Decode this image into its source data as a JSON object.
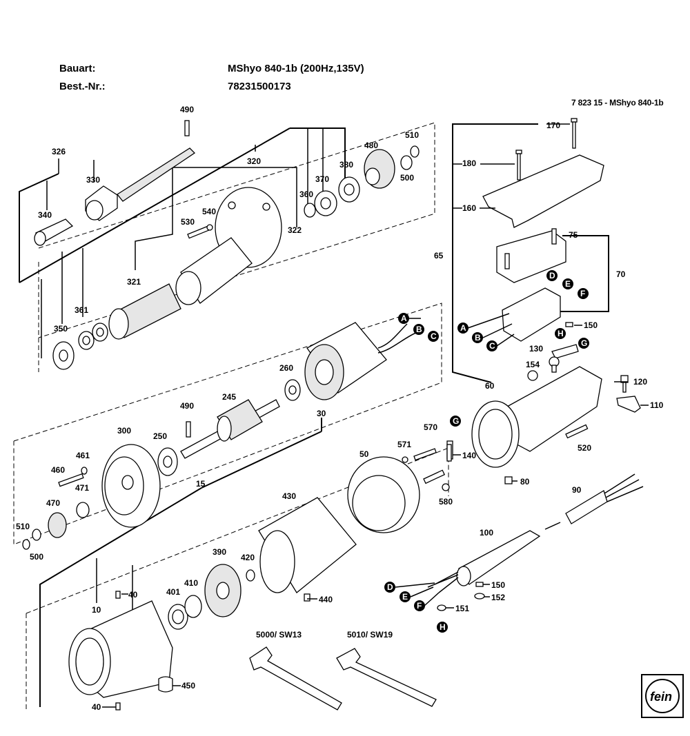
{
  "header": {
    "bauart_label": "Bauart:",
    "bauart_value": "MShyo 840-1b (200Hz,135V)",
    "bestnr_label": "Best.-Nr.:",
    "bestnr_value": "78231500173"
  },
  "drawing_code": "7 823 15 - MShyo 840-1b",
  "parts": {
    "p490a": "490",
    "p326": "326",
    "p330": "330",
    "p340": "340",
    "p320": "320",
    "p360": "360",
    "p370": "370",
    "p380": "380",
    "p480": "480",
    "p510a": "510",
    "p500a": "500",
    "p530": "530",
    "p540": "540",
    "p322": "322",
    "p321": "321",
    "p361": "361",
    "p350": "350",
    "pA1": "A",
    "pB1": "B",
    "pC1": "C",
    "p260": "260",
    "p245": "245",
    "p490b": "490",
    "p30": "30",
    "p300": "300",
    "p250": "250",
    "p461": "461",
    "p460": "460",
    "p471": "471",
    "p470": "470",
    "p510b": "510",
    "p500b": "500",
    "p15": "15",
    "p390": "390",
    "p420": "420",
    "p430": "430",
    "p50": "50",
    "p401": "401",
    "p410": "410",
    "p40a": "40",
    "p10": "10",
    "p450": "450",
    "p40b": "40",
    "p440": "440",
    "p170": "170",
    "p180": "180",
    "p160": "160",
    "p65": "65",
    "p75": "75",
    "p70": "70",
    "pD1": "D",
    "pE1": "E",
    "pF1": "F",
    "pA2": "A",
    "pB2": "B",
    "pC2": "C",
    "p150a": "150",
    "pH1": "H",
    "p130": "130",
    "pG1": "G",
    "p154": "154",
    "p60": "60",
    "p120": "120",
    "p110": "110",
    "p520": "520",
    "p570": "570",
    "pG2": "G",
    "p571": "571",
    "p140": "140",
    "p580": "580",
    "p80": "80",
    "p90": "90",
    "p100": "100",
    "pD2": "D",
    "pE2": "E",
    "pF2": "F",
    "p150b": "150",
    "p152": "152",
    "p151": "151",
    "pH2": "H",
    "p5000": "5000/ SW13",
    "p5010": "5010/ SW19"
  }
}
